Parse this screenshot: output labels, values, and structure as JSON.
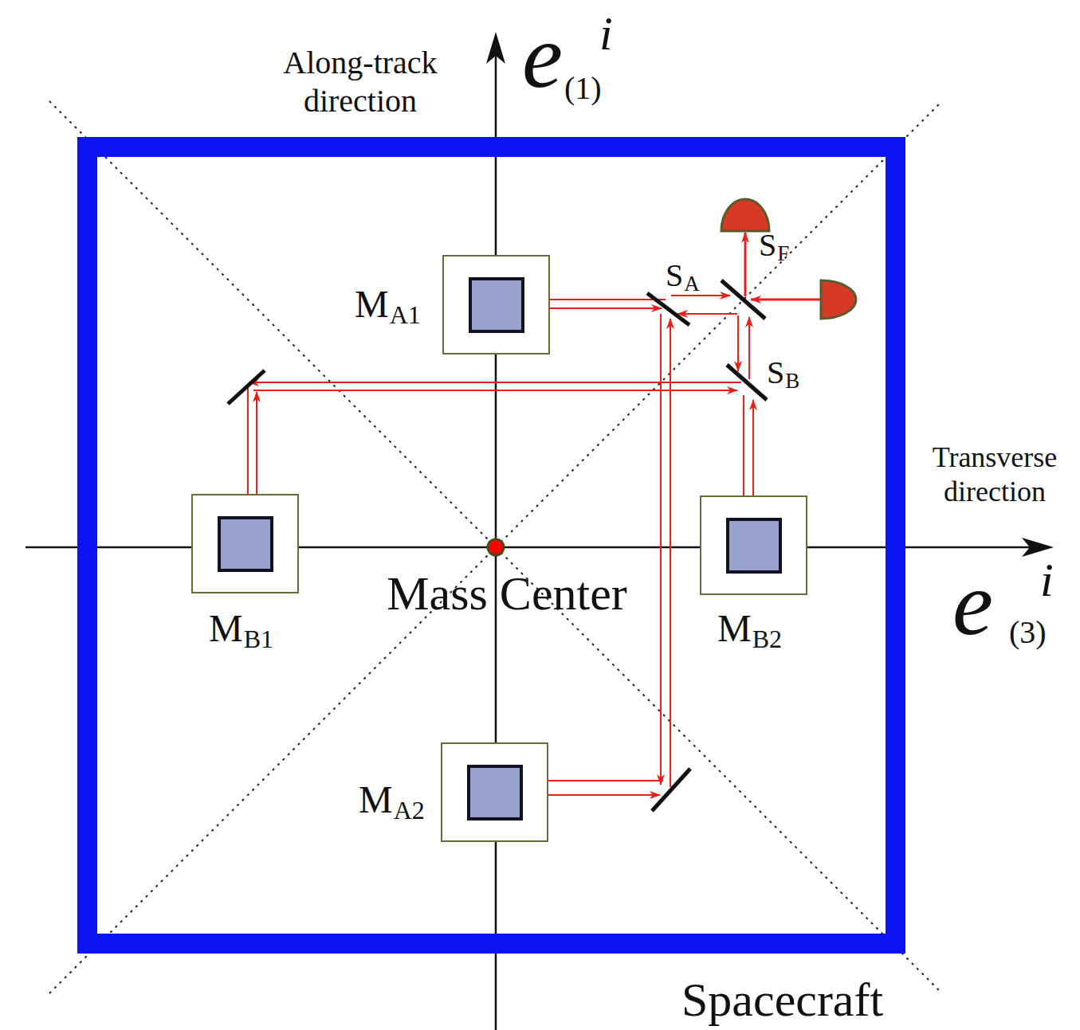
{
  "diagram": {
    "nodes": [
      {
        "text": [
          "Spacecraft"
        ]
      },
      {
        "text": [
          "M",
          "A1"
        ],
        "in": 0
      },
      {
        "text": [
          "Mass Center"
        ],
        "in": 0
      },
      {
        "text": [
          "M",
          "B1"
        ],
        "in": 0
      },
      {
        "text": [
          "M",
          "B2"
        ],
        "in": 0
      },
      {
        "text": [
          "M",
          "A2"
        ],
        "in": 0
      }
    ],
    "labels": [
      "Along-track direction",
      "e",
      "(1)",
      "i",
      "Transverse direction",
      "e",
      "(3)",
      "i",
      "S",
      "A",
      "S",
      "B",
      "S",
      "F"
    ]
  }
}
